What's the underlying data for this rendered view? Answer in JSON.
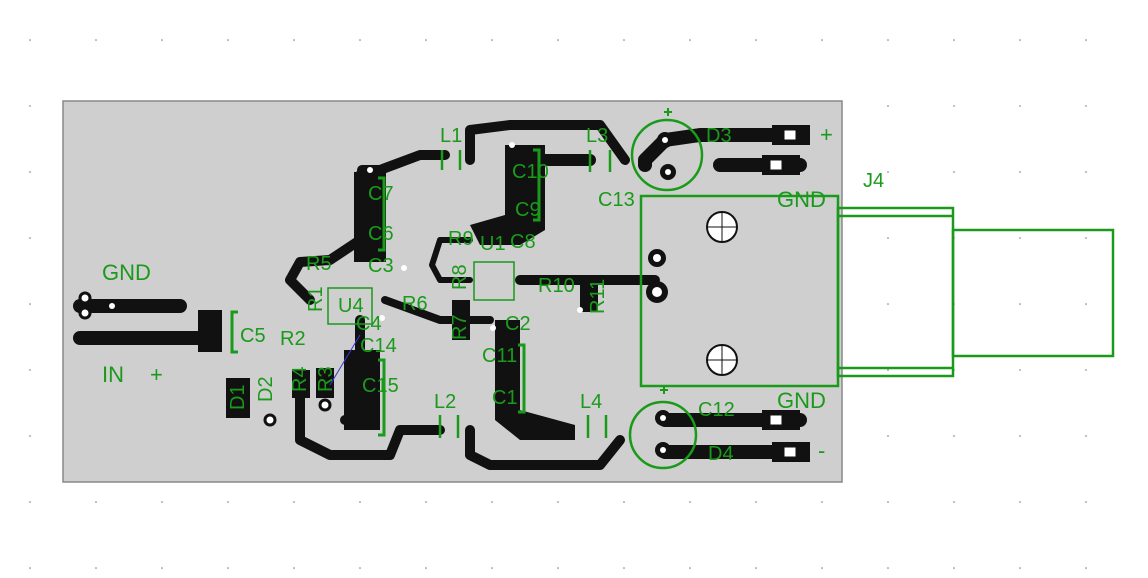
{
  "colors": {
    "board": "#cfcfcf",
    "silkscreen": "#1a9a1a",
    "copper": "#111111",
    "background": "#ffffff"
  },
  "labels": {
    "gnd_left": "GND",
    "in": "IN",
    "in_plus": "+",
    "gnd_top": "GND",
    "gnd_bottom": "GND",
    "plus_right": "+",
    "minus_right": "-",
    "j4": "J4"
  },
  "components": {
    "L1": "L1",
    "L2": "L2",
    "L3": "L3",
    "L4": "L4",
    "D1": "D1",
    "D2": "D2",
    "D3": "D3",
    "D4": "D4",
    "C1": "C1",
    "C2": "C2",
    "C3": "C3",
    "C4": "C4",
    "C5": "C5",
    "C6": "C6",
    "C7": "C7",
    "C8": "C8",
    "C9": "C9",
    "C10": "C10",
    "C11": "C11",
    "C12": "C12",
    "C13": "C13",
    "C14": "C14",
    "C15": "C15",
    "R1": "R1",
    "R2": "R2",
    "R3": "R3",
    "R4": "R4",
    "R5": "R5",
    "R6": "R6",
    "R7": "R7",
    "R8": "R8",
    "R9": "R9",
    "R10": "R10",
    "R11": "R11",
    "U1": "U1",
    "U4": "U4"
  }
}
